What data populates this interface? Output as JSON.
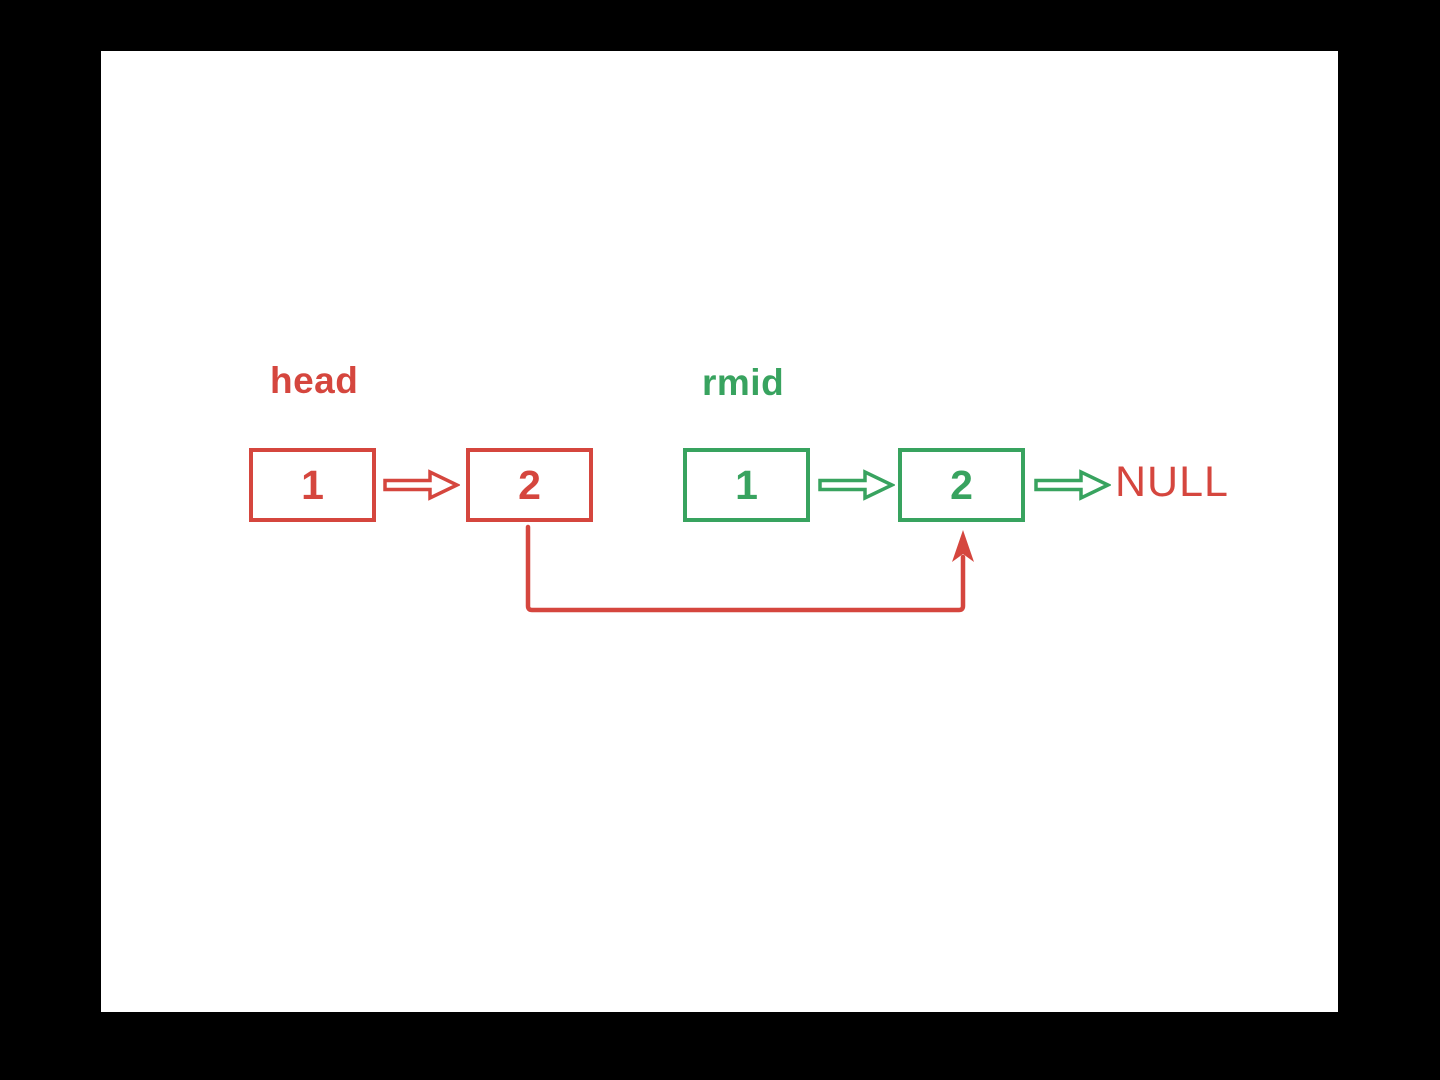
{
  "diagram": {
    "description_hint": "linked list relink visualization",
    "red_list": {
      "pointer_label": "head",
      "nodes": [
        {
          "value": "1"
        },
        {
          "value": "2"
        }
      ]
    },
    "green_list": {
      "pointer_label": "rmid",
      "nodes": [
        {
          "value": "1"
        },
        {
          "value": "2"
        }
      ],
      "terminator": "NULL"
    },
    "relink": {
      "from": "red node 2",
      "to": "green node 2"
    }
  },
  "colors": {
    "red": "#d5463e",
    "green": "#38a35f",
    "canvas_bg": "#ffffff",
    "page_bg": "#000000"
  }
}
